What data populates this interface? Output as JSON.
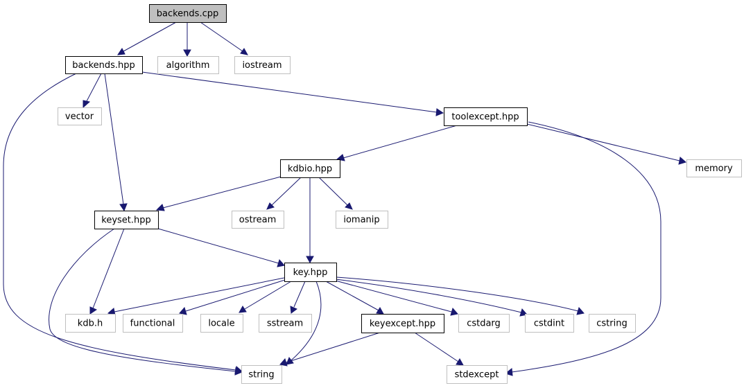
{
  "diagram": {
    "kind": "include-dependency-graph",
    "colors": {
      "edge": "#191970",
      "root_fill": "#bfbfbf",
      "project_border": "#000000",
      "system_border": "#bfbfbf"
    },
    "nodes": [
      {
        "id": "backends_cpp",
        "label": "backends.cpp",
        "kind": "root"
      },
      {
        "id": "backends_hpp",
        "label": "backends.hpp",
        "kind": "project"
      },
      {
        "id": "algorithm",
        "label": "algorithm",
        "kind": "system"
      },
      {
        "id": "iostream",
        "label": "iostream",
        "kind": "system"
      },
      {
        "id": "vector",
        "label": "vector",
        "kind": "system"
      },
      {
        "id": "toolexcept_hpp",
        "label": "toolexcept.hpp",
        "kind": "project"
      },
      {
        "id": "kdbio_hpp",
        "label": "kdbio.hpp",
        "kind": "project"
      },
      {
        "id": "memory",
        "label": "memory",
        "kind": "system"
      },
      {
        "id": "keyset_hpp",
        "label": "keyset.hpp",
        "kind": "project"
      },
      {
        "id": "ostream",
        "label": "ostream",
        "kind": "system"
      },
      {
        "id": "iomanip",
        "label": "iomanip",
        "kind": "system"
      },
      {
        "id": "key_hpp",
        "label": "key.hpp",
        "kind": "project"
      },
      {
        "id": "kdb_h",
        "label": "kdb.h",
        "kind": "system"
      },
      {
        "id": "functional",
        "label": "functional",
        "kind": "system"
      },
      {
        "id": "locale",
        "label": "locale",
        "kind": "system"
      },
      {
        "id": "sstream",
        "label": "sstream",
        "kind": "system"
      },
      {
        "id": "keyexcept_hpp",
        "label": "keyexcept.hpp",
        "kind": "project"
      },
      {
        "id": "cstdarg",
        "label": "cstdarg",
        "kind": "system"
      },
      {
        "id": "cstdint",
        "label": "cstdint",
        "kind": "system"
      },
      {
        "id": "cstring",
        "label": "cstring",
        "kind": "system"
      },
      {
        "id": "string",
        "label": "string",
        "kind": "system"
      },
      {
        "id": "stdexcept",
        "label": "stdexcept",
        "kind": "system"
      }
    ],
    "edges": [
      {
        "from": "backends_cpp",
        "to": "backends_hpp"
      },
      {
        "from": "backends_cpp",
        "to": "algorithm"
      },
      {
        "from": "backends_cpp",
        "to": "iostream"
      },
      {
        "from": "backends_hpp",
        "to": "vector"
      },
      {
        "from": "backends_hpp",
        "to": "toolexcept_hpp"
      },
      {
        "from": "backends_hpp",
        "to": "keyset_hpp"
      },
      {
        "from": "backends_hpp",
        "to": "string"
      },
      {
        "from": "toolexcept_hpp",
        "to": "kdbio_hpp"
      },
      {
        "from": "toolexcept_hpp",
        "to": "memory"
      },
      {
        "from": "toolexcept_hpp",
        "to": "stdexcept"
      },
      {
        "from": "kdbio_hpp",
        "to": "keyset_hpp"
      },
      {
        "from": "kdbio_hpp",
        "to": "ostream"
      },
      {
        "from": "kdbio_hpp",
        "to": "iomanip"
      },
      {
        "from": "kdbio_hpp",
        "to": "key_hpp"
      },
      {
        "from": "keyset_hpp",
        "to": "key_hpp"
      },
      {
        "from": "keyset_hpp",
        "to": "kdb_h"
      },
      {
        "from": "keyset_hpp",
        "to": "string"
      },
      {
        "from": "key_hpp",
        "to": "kdb_h"
      },
      {
        "from": "key_hpp",
        "to": "functional"
      },
      {
        "from": "key_hpp",
        "to": "locale"
      },
      {
        "from": "key_hpp",
        "to": "sstream"
      },
      {
        "from": "key_hpp",
        "to": "keyexcept_hpp"
      },
      {
        "from": "key_hpp",
        "to": "cstdarg"
      },
      {
        "from": "key_hpp",
        "to": "cstdint"
      },
      {
        "from": "key_hpp",
        "to": "cstring"
      },
      {
        "from": "key_hpp",
        "to": "string"
      },
      {
        "from": "keyexcept_hpp",
        "to": "string"
      },
      {
        "from": "keyexcept_hpp",
        "to": "stdexcept"
      }
    ]
  }
}
